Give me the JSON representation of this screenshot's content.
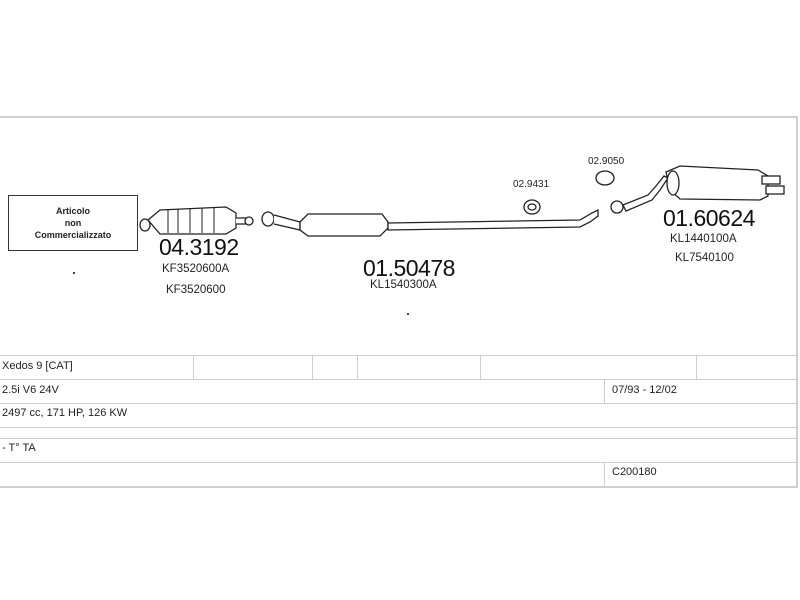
{
  "notice": {
    "line1": "Articolo",
    "line2": "non",
    "line3": "Commercializzato"
  },
  "parts": {
    "cat": {
      "code": "04.3192",
      "ref1": "KF3520600A",
      "ref2": "KF3520600"
    },
    "mid": {
      "code": "01.50478",
      "ref1": "KL1540300A"
    },
    "gasket1": {
      "code": "02.9431"
    },
    "gasket2": {
      "code": "02.9050"
    },
    "rear": {
      "code": "01.60624",
      "ref1": "KL1440100A",
      "ref2": "KL7540100"
    }
  },
  "table": {
    "model": "Xedos 9  [CAT]",
    "engine": "2.5i  V6 24V",
    "dates": "07/93 - 12/02",
    "specs": "2497 cc, 171 HP, 126 KW",
    "drive": "- T° TA",
    "code": "C200180"
  }
}
